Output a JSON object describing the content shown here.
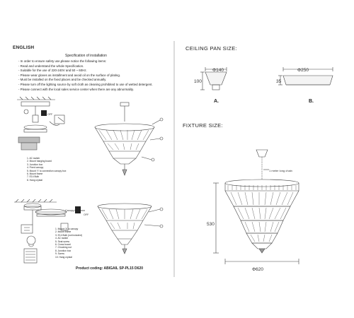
{
  "left_page": {
    "heading": "ENGLISH",
    "spec_title": "Specification of installation",
    "spec_lines": [
      "- In order to ensure safety use,please notice the following items:",
      "- Read and understand the whole Specification.",
      "- Suitable for the use of 220-240V and 50 ~ 60Hz.",
      "- Please wear gloves as installment and avoid oil on the surface of plating.",
      "- Must be installed on the fixed places and be checked annually.",
      "- Please turn off the lighting source by soft cloth as cleaning prohibited to use of wetted detergent.",
      "- Please connect with the local sales service center when there are any abnormality."
    ],
    "off_label": "OFF",
    "legend_a": [
      "1. AC switch",
      "2. Mount hanging board",
      "3. Junction box",
      "4. Fixed canopy",
      "5. Mount ⓔ to connection canopy box",
      "6. Mount frame",
      "7. E14 Bulb",
      "8. Hang crystal"
    ],
    "canopy_label": "Canopy Ø230mm",
    "legend_b": [
      "1. Mount ⓐ to canopy",
      "2. Mount frame",
      "3. E14 Bulb (not included)",
      "4. AC switch",
      "5. Seat screw",
      "6. Cross board",
      "7. Chocking nut",
      "8. Junction box",
      "9. Screw",
      "10. Hang crystal"
    ],
    "product_coding": "Product coding:  ABIGAIL SP-PL15 D620"
  },
  "right_page": {
    "ceiling_title": "CEILING PAN SIZE:",
    "pan_a": {
      "diameter": "Φ140",
      "height": "100",
      "label": "A."
    },
    "pan_b": {
      "diameter": "Φ250",
      "height": "35",
      "label": "B."
    },
    "fixture_title": "FIXTURE SIZE:",
    "chain_note": "1 meter long chain",
    "fixture_height": "530",
    "fixture_width": "Φ620"
  },
  "colors": {
    "ink": "#222222",
    "line": "#555555",
    "light": "#999999"
  }
}
